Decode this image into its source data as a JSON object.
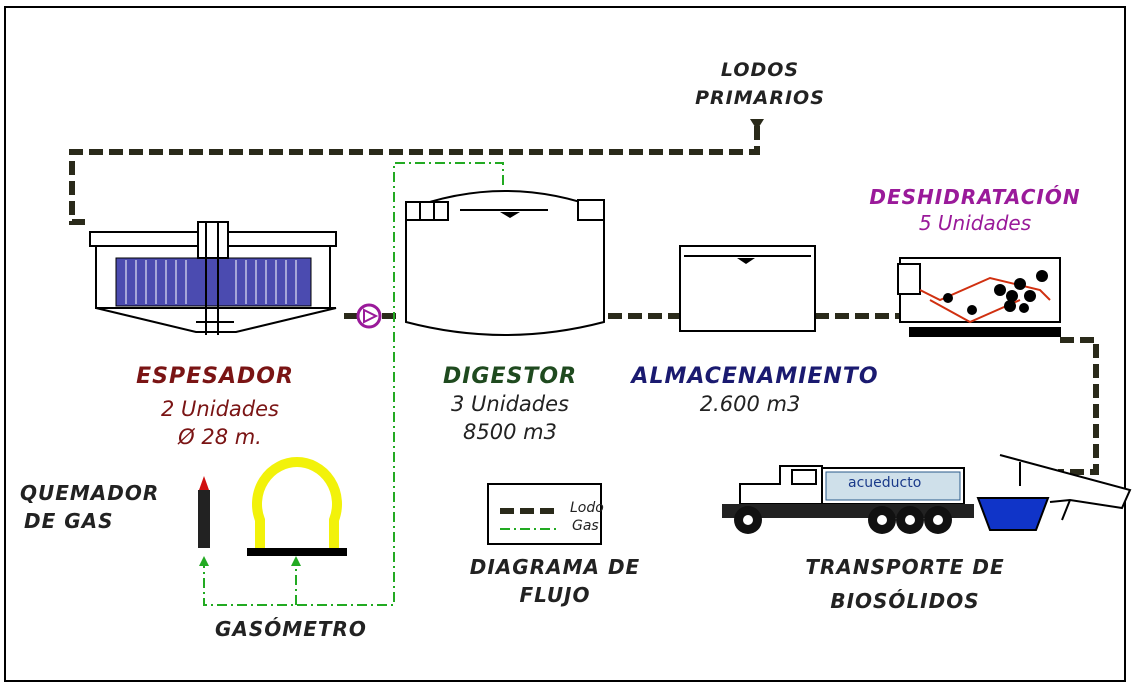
{
  "labels": {
    "lodos_primarios_1": "LODOS",
    "lodos_primarios_2": "PRIMARIOS",
    "deshidratacion_title": "DESHIDRATACIÓN",
    "deshidratacion_units": "5 Unidades",
    "espesador_title": "ESPESADOR",
    "espesador_units": "2 Unidades",
    "espesador_diam": "Ø 28 m.",
    "digestor_title": "DIGESTOR",
    "digestor_units": "3 Unidades",
    "digestor_vol": "8500 m3",
    "almacenamiento_title": "ALMACENAMIENTO",
    "almacenamiento_vol": "2.600 m3",
    "quemador_1": "QUEMADOR",
    "quemador_2": "DE GAS",
    "gasometro": "GASÓMETRO",
    "diagrama_1": "DIAGRAMA DE",
    "diagrama_2": "FLUJO",
    "transporte_1": "TRANSPORTE DE",
    "transporte_2": "BIOSÓLIDOS",
    "truck_logo": "acueducto"
  },
  "legend": {
    "lodo": "Lodo",
    "gas": "Gas"
  },
  "colors": {
    "lodo_line": "#2a2a1a",
    "gas_line": "#22aa22",
    "espesador": "#7a1414",
    "digestor": "#1f4a1f",
    "almacenamiento": "#1a1a70",
    "deshidratacion": "#9a1a9a",
    "gasometro_dome": "#f2f20a",
    "truck_bin": "#1034c8",
    "settler_fill": "#4b4bb0"
  }
}
